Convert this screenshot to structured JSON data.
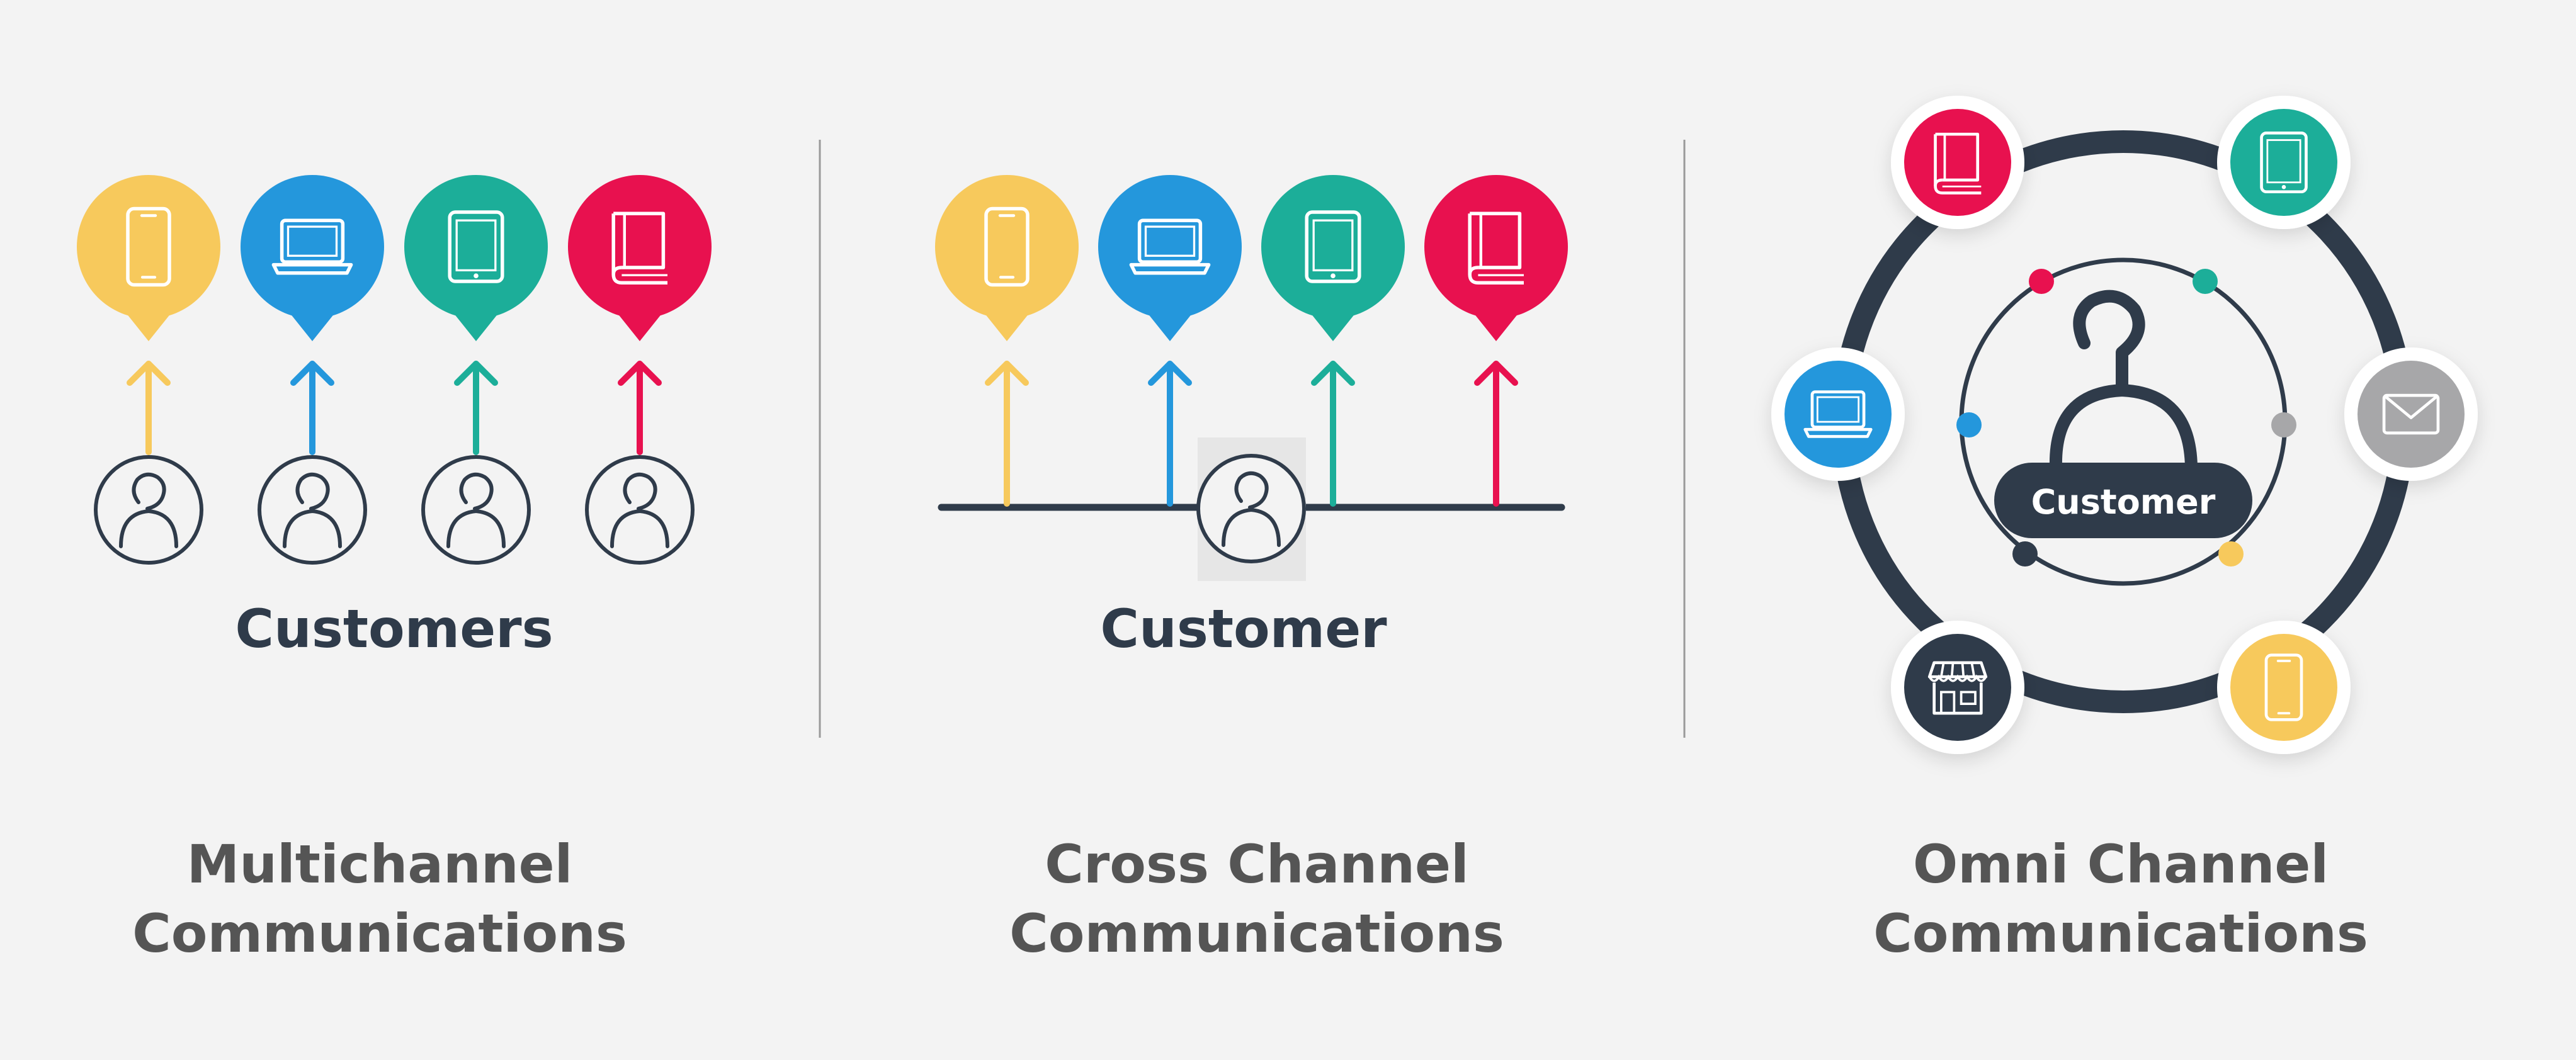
{
  "colors": {
    "yellow": "#f7c95c",
    "blue": "#2497dc",
    "teal": "#1cae99",
    "red": "#e8114f",
    "gray": "#a7a7a9",
    "navy": "#2f3b4a",
    "divider": "#9a9a9a",
    "title": "#555555"
  },
  "panels": {
    "multichannel": {
      "caption": "Customers",
      "title_line1": "Multichannel",
      "title_line2": "Communications",
      "channels": [
        {
          "icon": "smartphone-icon",
          "color": "yellow"
        },
        {
          "icon": "laptop-icon",
          "color": "blue"
        },
        {
          "icon": "tablet-icon",
          "color": "teal"
        },
        {
          "icon": "book-icon",
          "color": "red"
        }
      ]
    },
    "crosschannel": {
      "caption": "Customer",
      "title_line1": "Cross Channel",
      "title_line2": "Communications",
      "channels": [
        {
          "icon": "smartphone-icon",
          "color": "yellow"
        },
        {
          "icon": "laptop-icon",
          "color": "blue"
        },
        {
          "icon": "tablet-icon",
          "color": "teal"
        },
        {
          "icon": "book-icon",
          "color": "red"
        }
      ]
    },
    "omnichannel": {
      "center_label": "Customer",
      "title_line1": "Omni Channel",
      "title_line2": "Communications",
      "channels": [
        {
          "icon": "book-icon",
          "color": "red"
        },
        {
          "icon": "tablet-icon",
          "color": "teal"
        },
        {
          "icon": "laptop-icon",
          "color": "blue"
        },
        {
          "icon": "mail-icon",
          "color": "gray"
        },
        {
          "icon": "store-icon",
          "color": "navy"
        },
        {
          "icon": "smartphone-icon",
          "color": "yellow"
        }
      ],
      "dots": [
        "red",
        "teal",
        "blue",
        "gray",
        "navy",
        "yellow"
      ]
    }
  }
}
